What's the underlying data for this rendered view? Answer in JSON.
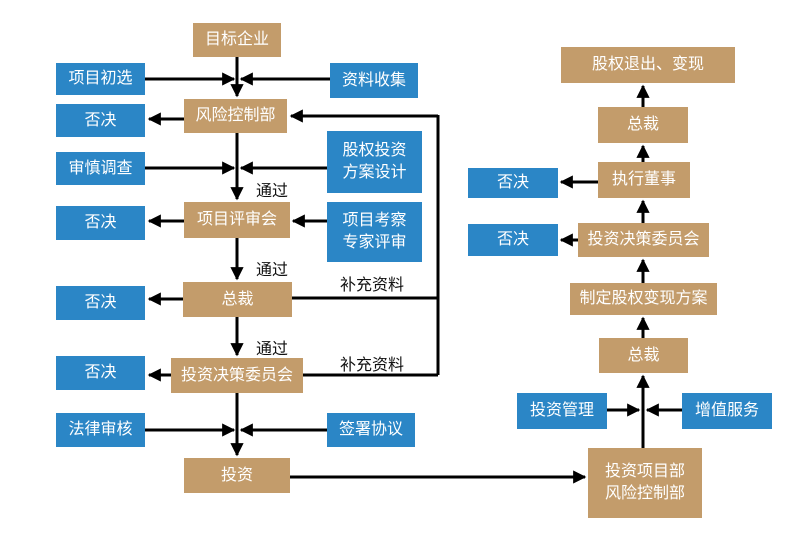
{
  "diagram_type": "flowchart",
  "colors": {
    "process_box": "#c39c6b",
    "decision_box": "#2b86c6",
    "arrow": "#000000",
    "box_text": "#ffffff",
    "edge_label_text": "#111111",
    "background": "#ffffff"
  },
  "nodes": {
    "target_company": {
      "label": "目标企业"
    },
    "project_preselection": {
      "label": "项目初选"
    },
    "data_collection": {
      "label": "资料收集"
    },
    "reject_1": {
      "label": "否决"
    },
    "risk_control_dept": {
      "label": "风险控制部"
    },
    "due_diligence": {
      "label": "审慎调查"
    },
    "equity_investment_plan_design": {
      "label": "股权投资\n方案设计"
    },
    "reject_2": {
      "label": "否决"
    },
    "project_review_meeting": {
      "label": "项目评审会"
    },
    "project_inspection_expert_review": {
      "label": "项目考察\n专家评审"
    },
    "reject_3": {
      "label": "否决"
    },
    "president": {
      "label": "总裁"
    },
    "reject_4": {
      "label": "否决"
    },
    "investment_decision_committee": {
      "label": "投资决策委员会"
    },
    "legal_review": {
      "label": "法律审核"
    },
    "sign_agreement": {
      "label": "签署协议"
    },
    "investment": {
      "label": "投资"
    },
    "equity_exit": {
      "label": "股权退出、变现"
    },
    "president_2": {
      "label": "总裁"
    },
    "reject_5": {
      "label": "否决"
    },
    "executive_director": {
      "label": "执行董事"
    },
    "reject_6": {
      "label": "否决"
    },
    "investment_decision_committee_2": {
      "label": "投资决策委员会"
    },
    "formulate_equity_liquidation_plan": {
      "label": "制定股权变现方案"
    },
    "president_3": {
      "label": "总裁"
    },
    "investment_management": {
      "label": "投资管理"
    },
    "value_added_services": {
      "label": "增值服务"
    },
    "investment_project_dept": {
      "label": "投资项目部\n风险控制部"
    }
  },
  "edge_labels": {
    "pass_1": "通过",
    "pass_2": "通过",
    "pass_3": "通过",
    "supplement_1": "补充资料",
    "supplement_2": "补充资料"
  }
}
